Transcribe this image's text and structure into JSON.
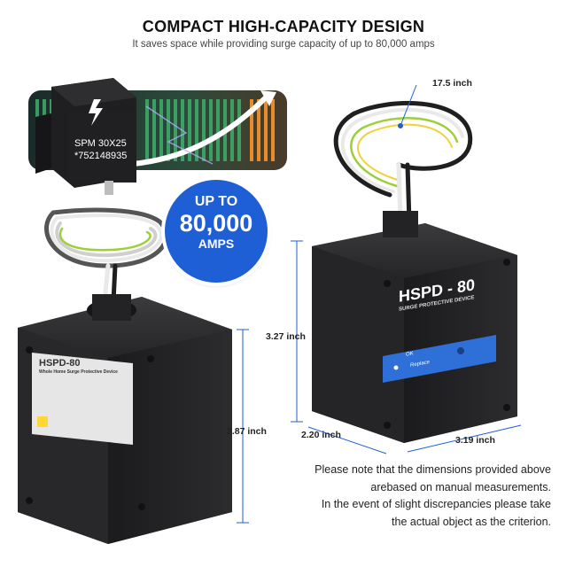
{
  "header": {
    "title": "COMPACT HIGH-CAPACITY DESIGN",
    "subtitle": "It saves space while providing surge capacity of up to 80,000 amps"
  },
  "badge": {
    "line1": "UP TO",
    "line2": "80,000",
    "line3": "AMPS"
  },
  "inset_module": {
    "line1": "SPM 30X25",
    "line2": "*752148935"
  },
  "device_front": {
    "model": "HSPD - 80",
    "subtitle": "SURGE PROTECTIVE DEVICE",
    "status_ok": "OK",
    "status_replace": "Replace"
  },
  "device_back": {
    "model": "HSPD-80",
    "subtitle": "Whole Home Surge Protective Device"
  },
  "dimensions": {
    "wire_length": "17.5 inch",
    "front_height": "3.27 inch",
    "back_height": "3.87 inch",
    "depth": "2.20 inch",
    "width": "3.19 inch"
  },
  "note": {
    "lines": [
      "Please note that the dimensions provided above",
      "arebased on manual measurements.",
      "In the event of slight discrepancies please take",
      "the actual object as the criterion."
    ]
  },
  "colors": {
    "accent_blue": "#1f5fd6",
    "device_body": "#2a2a2c",
    "status_panel": "#2f6fd8"
  }
}
